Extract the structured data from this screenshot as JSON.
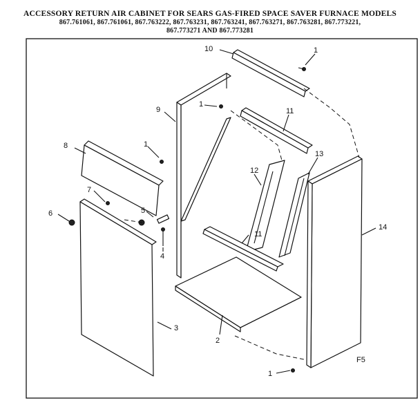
{
  "title": {
    "line1": "ACCESSORY RETURN AIR CABINET FOR SEARS GAS-FIRED SPACE SAVER FURNACE MODELS",
    "line2": "867.761061, 867.761061, 867.763222, 867.763231, 867.763241, 867.763271, 867.763281, 867.773221,",
    "line3": "867.773271 AND 867.773281"
  },
  "callouts": {
    "c1a": "1",
    "c1b": "1",
    "c1c": "1",
    "c1d": "1",
    "c2": "2",
    "c3": "3",
    "c4": "4",
    "c5": "5",
    "c6": "6",
    "c7": "7",
    "c8": "8",
    "c9": "9",
    "c10": "10",
    "c11a": "11",
    "c11b": "11",
    "c12": "12",
    "c13": "13",
    "c14": "14"
  },
  "figure_code": "F5"
}
